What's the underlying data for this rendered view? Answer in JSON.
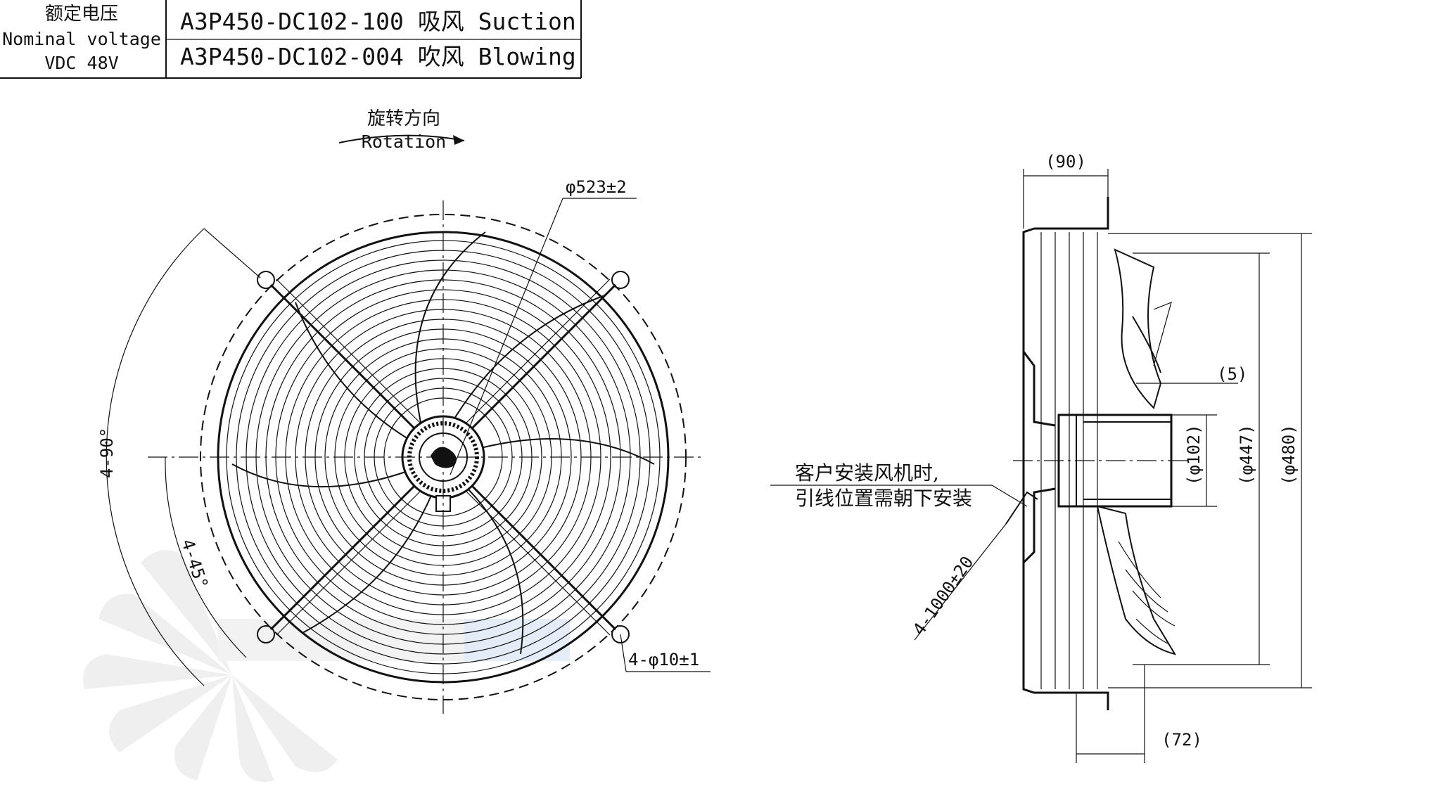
{
  "spec_table": {
    "voltage_label_cn": "额定电压",
    "voltage_label_en": "Nominal voltage",
    "voltage_value": "VDC 48V",
    "model_suction": "A3P450-DC102-100 吸风 Suction",
    "model_blowing": "A3P450-DC102-004 吹风 Blowing"
  },
  "front_view": {
    "rotation_cn": "旋转方向",
    "rotation_en": "Rotation",
    "outer_diameter": "φ523±2",
    "angle_90": "4-90°",
    "angle_45": "4-45°",
    "mounting_holes": "4-φ10±1"
  },
  "side_view": {
    "depth_top": "(90)",
    "offset_5": "(5)",
    "hub_diameter": "(φ102)",
    "blade_diameter": "(φ447)",
    "guard_diameter": "(φ480)",
    "depth_bottom": "(72)",
    "cable_length": "4-1000±20",
    "note_line1": "客户安装风机时,",
    "note_line2": "引线位置需朝下安装"
  },
  "colors": {
    "line": "#111111",
    "watermark": "#e3e3e3",
    "watermark_blue": "#cfe0f2"
  }
}
